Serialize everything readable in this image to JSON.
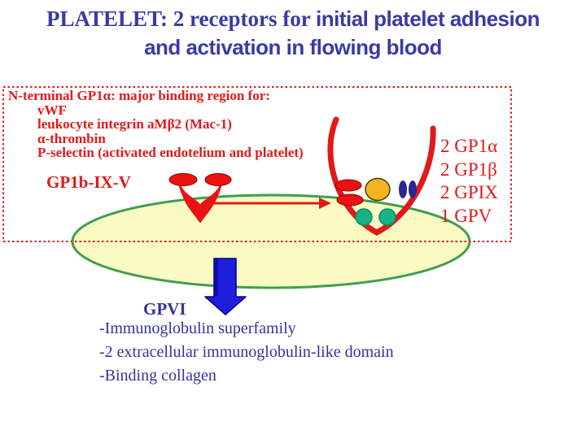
{
  "title": {
    "line1_serif": "PLATELET: 2 receptors for ",
    "line1_sans": "initial platelet adhesion",
    "line2": "and activation in flowing blood"
  },
  "info_box": {
    "heading": "N-terminal GP1α: major binding region for:",
    "items": [
      "vWF",
      "leukocyte integrin aMβ2 (Mac-1)",
      "α-thrombin",
      "P-selectin (activated endotelium and platelet)"
    ]
  },
  "receptor_label": "GP1b-IX-V",
  "complex_list": {
    "items": [
      "2 GP1α",
      "2 GP1β",
      "2 GPIX",
      "1 GPV"
    ]
  },
  "gpvi": {
    "heading": "GPVI",
    "items": [
      "-Immunoglobulin superfamily",
      "-2 extracellular immunoglobulin-like domain",
      "-Binding collagen"
    ]
  },
  "colors": {
    "red": "#e01a1a",
    "titleBlue": "#3a3aa6",
    "textBlue": "#3333a0",
    "plateletFill": "#fafac3",
    "plateletStroke": "#3f9e50",
    "dotRed": "#ee1111",
    "dotYellow": "#f3b51d",
    "dotNavy": "#28288e",
    "dotTeal": "#17b286",
    "arrowBlue": "#1e1edd"
  }
}
